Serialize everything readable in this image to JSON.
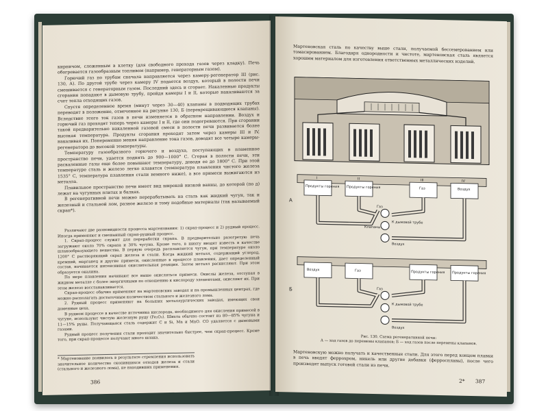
{
  "left_page": {
    "page_number": "386",
    "paragraphs": [
      "кирпичом, сложенным в клетку (для свободного прохода газов через кладку). Печь обогревается газообразным топливом (например, генераторным газом).",
      "Горючий газ по трубам сначала направляется через камеру-регенератор III (рис. 130, А). По другой трубе через камеру IV подается воздух, который в полости печи смешивается с генераторным газом. Последний здесь и сгорает. Накаленные продукты сгорания попадают в дымовую трубу, пройдя камеры I и II, которые накаливаются за счет тепла отходящих газов.",
      "Спустя определенное время (минут через 30—40) клапаны в подводящих трубах переводят в положение, отмеченное на рисунке 130, Б (перекрещивающиеся клапаны). Вследствие этого ток газов в печи изменяется в обратном направлении. Воздух и горючий газ проходят теперь через камеры I и II, где они подогреваются. При сгорании такой предварительно накаленной газовой смеси в полости печи развивается более высокая температура. Продукты сгорания проходят затем через камеры III и IV, накаливая их. Попеременно меняя направление тока газов, доводят все четыре камеры-регенератора до высокой температуры.",
      "Температуру газообразного горючего и воздуха, поступающих в пламенное пространство печи, удается поднять до 900—1000° С. Сгорая в полости печи, эти раскаленные газы еще более повышают температуру, доводя ее до 1800° С. При этой температуре сталь и железо легко плавятся (температура плавления чистого железа 1535° С, температура плавления стали немного ниже), а все примеси выжигаются из металла.",
      "Плавильное пространство печи имеет вид широкой низкой ванны, до которой (по д) лежат на чугунных плитах и балках.",
      "В регенеративной печи можно перерабатывать на сталь как жидкий чугун, так и железный и стальной лом, разное железо и тому подобные материалы (так называемый скрап*)."
    ],
    "small_paragraphs": [
      "Различают две разновидности процесса мартенования: 1) скрап-процесс и 2) рудный процесс. Иногда применяют и смешанный скрап-рудный процесс.",
      "1. Скрап-процесс служит для переработки скрапа. В предварительно разогретую печь загружают около 70% скрапа и 30% чугуна. Кроме того, в шихту вводят известь в качестве шлакообразующего вещества. В первую очередь расплавляется чугун, при температуре около 1200° С растворяющий скрап железа и стали. Когда жидкий металл, содержащий углерод, кремний, марганец и другие примеси, окисленные в процессе плавления, дает определенный состав, начинается интенсивная окислительная реакция. Затем металл раскисляют. При этом образуется окалина.",
      "По мере плавления начинают все выше окисляться примеси. Окислы железа, отступая в жидком металле с более энергичными по отношению к кислороду элементами, окисляют их. При этом железо восстанавливается.",
      "Скрап-процесс обычно применяют на мартеновских заводах и на промышленных центрах, где можно располагать достаточным количеством стального и железного лома.",
      "2. Рудный процесс применяют на больших металлургических заводах, имеющих свои доменные цеха.",
      "В рудном процессе в качестве источника кислорода, необходимого для окисления примесей в чугуне, используют чистую железную руду (Fe₂O₃). Шихта обычно состоит из 80—85% чугуна и 11—15% руды. Получающаяся сталь содержит С и Si, Мn и МnО. СО удаляется с дымовыми газами.",
      "Рудный процесс получения стали проходит значительно быстрее, чем скрап-процесс. Кроме того, при скрап-процессе получают много шлака."
    ],
    "footnote": "* Мартенование появилось в результате стремления использовать значительное количество скопившихся отходов железа и стали (стального и железного лома), не находивших применения."
  },
  "right_page": {
    "page_number": "387",
    "marker": "2*",
    "top_text": "Мартеновская сталь по качеству выше стали, получаемой бессемерованием или томасированием. Благодаря однородности и чистоте, мартеновская сталь является хорошим материалом для изготовления ответственных металлических изделий.",
    "bottom_text": "Мартеновскую можно получать и качественные стали. Для этого перед концом плавки в печь вводят феррохром, никель или другие добавки (ферросплавы), после чего производят выпуск готовой стали из печи.",
    "figure": {
      "label_a": "А",
      "label_b": "Б",
      "chamber_labels": [
        "I",
        "II",
        "III",
        "IV"
      ],
      "top_annotations_a": [
        "Продукты горения",
        "Продукты горения",
        "Газ",
        "Воздух"
      ],
      "valve_a": "Клапаны",
      "chimney_a": "К дымовой трубе",
      "gas_a": "Газ",
      "air_a": "Воздух",
      "top_annotations_b": [
        "Воздух",
        "Газ",
        "Продукты горения",
        "Продукты горения"
      ],
      "chimney_b": "К дымовой трубе",
      "gas_b": "Газ",
      "air_b": "Воздух",
      "caption_title": "Рис. 130. Схема регенеративной печи:",
      "caption_body": "А — ход газов до перемены клапанов; Б — ход газов после перемены клапанов."
    }
  }
}
